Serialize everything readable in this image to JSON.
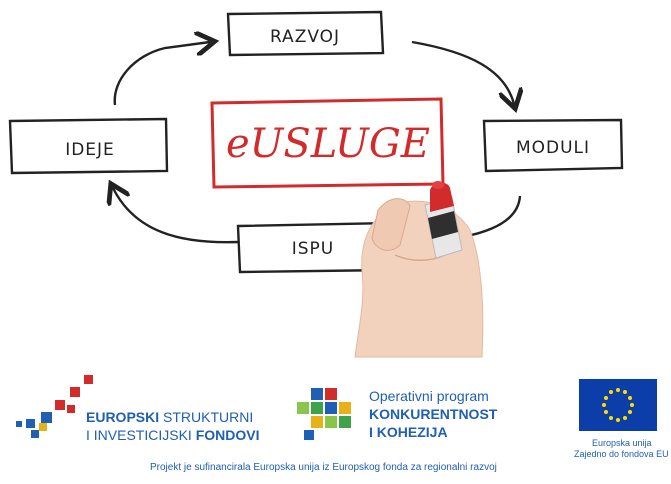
{
  "diagram": {
    "center_label": "eUSLUGE",
    "nodes": {
      "top": "RAZVOJ",
      "right": "MODULI",
      "bottom": "ISPU",
      "left": "IDEJE"
    }
  },
  "footer": {
    "esif": {
      "line1_bold": "EUROPSKI",
      "line1_rest": " STRUKTURNI",
      "line2_rest": "I INVESTICIJSKI ",
      "line2_bold": "FONDOVI"
    },
    "op": {
      "line1": "Operativni program",
      "line2": "KONKURENTNOST",
      "line3": "I KOHEZIJA"
    },
    "eu": {
      "line1": "Europska unija",
      "line2": "Zajedno do fondova EU"
    },
    "project_note": "Projekt je sufinancirala Europska unija iz Europskog fonda za regionalni razvoj"
  },
  "colors": {
    "center_red": "#d22b2b",
    "text_dark": "#222222",
    "eu_blue": "#1f5fb4",
    "eu_flag": "#0b3ea8",
    "star": "#ffdd00"
  }
}
